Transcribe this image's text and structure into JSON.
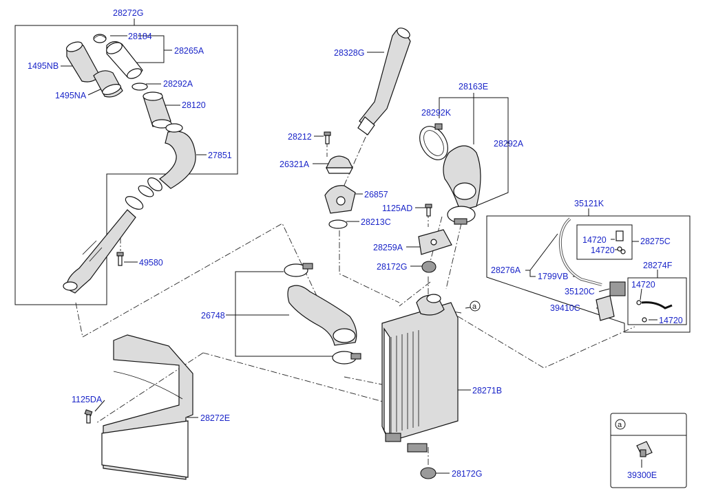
{
  "labels": {
    "p28272G": "28272G",
    "p28184": "28184",
    "p28265A": "28265A",
    "p1495NB": "1495NB",
    "p1495NA": "1495NA",
    "p28292A_top": "28292A",
    "p28120": "28120",
    "p27851": "27851",
    "p49580": "49580",
    "p28328G": "28328G",
    "p28212": "28212",
    "p26321A": "26321A",
    "p26857": "26857",
    "p28213C": "28213C",
    "p28163E": "28163E",
    "p28292K": "28292K",
    "p28292A_right": "28292A",
    "p1125AD": "1125AD",
    "p28259A": "28259A",
    "p28172G_top": "28172G",
    "p35121K": "35121K",
    "p14720_a": "14720",
    "p14720_b": "14720",
    "p28275C": "28275C",
    "p28274F": "28274F",
    "p28276A": "28276A",
    "p1799VB": "1799VB",
    "p14720_c": "14720",
    "p35120C": "35120C",
    "p39410C": "39410C",
    "p14720_d": "14720",
    "p26748": "26748",
    "p28271B": "28271B",
    "p1125DA": "1125DA",
    "p28272E": "28272E",
    "p28172G_bottom": "28172G",
    "p39300E": "39300E"
  },
  "callout_letter": "a",
  "inset_letter": "a"
}
